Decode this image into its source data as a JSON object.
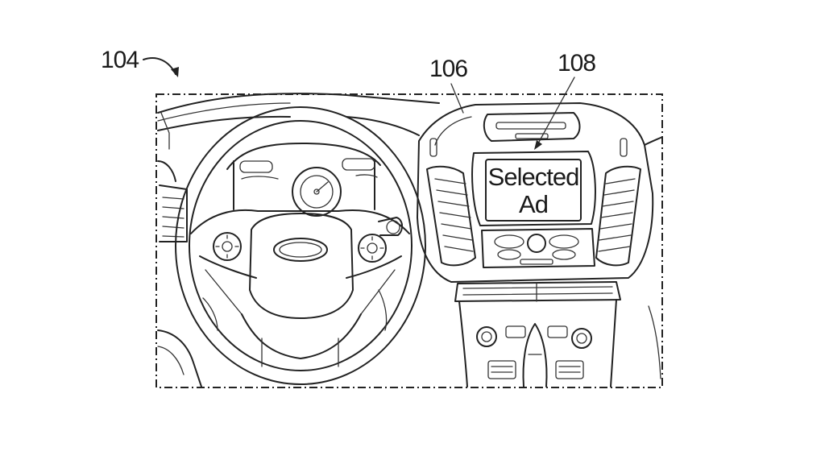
{
  "figure": {
    "labels": {
      "overall": "104",
      "display": "106",
      "ad": "108"
    },
    "screen": {
      "line1": "Selected",
      "line2": "Ad"
    },
    "icons": {
      "pointer": "curved-arrow-icon",
      "logo": "oval-emblem-icon"
    }
  }
}
